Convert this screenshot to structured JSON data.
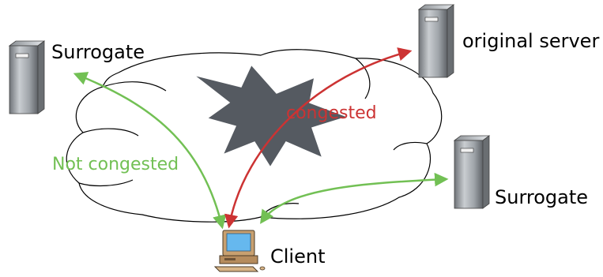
{
  "nodes": {
    "surrogate_left": "Surrogate",
    "original_server": "original server",
    "surrogate_right": "Surrogate",
    "client": "Client"
  },
  "links": {
    "not_congested": "Not congested",
    "congested": "congested"
  },
  "colors": {
    "green": "#72c054",
    "red": "#cc3333",
    "burst": "#555a61",
    "cloud_stroke": "#000000",
    "server_body": "#8f9499"
  },
  "icons": [
    "server-icon",
    "computer-icon",
    "cloud-icon",
    "congestion-burst-icon"
  ]
}
